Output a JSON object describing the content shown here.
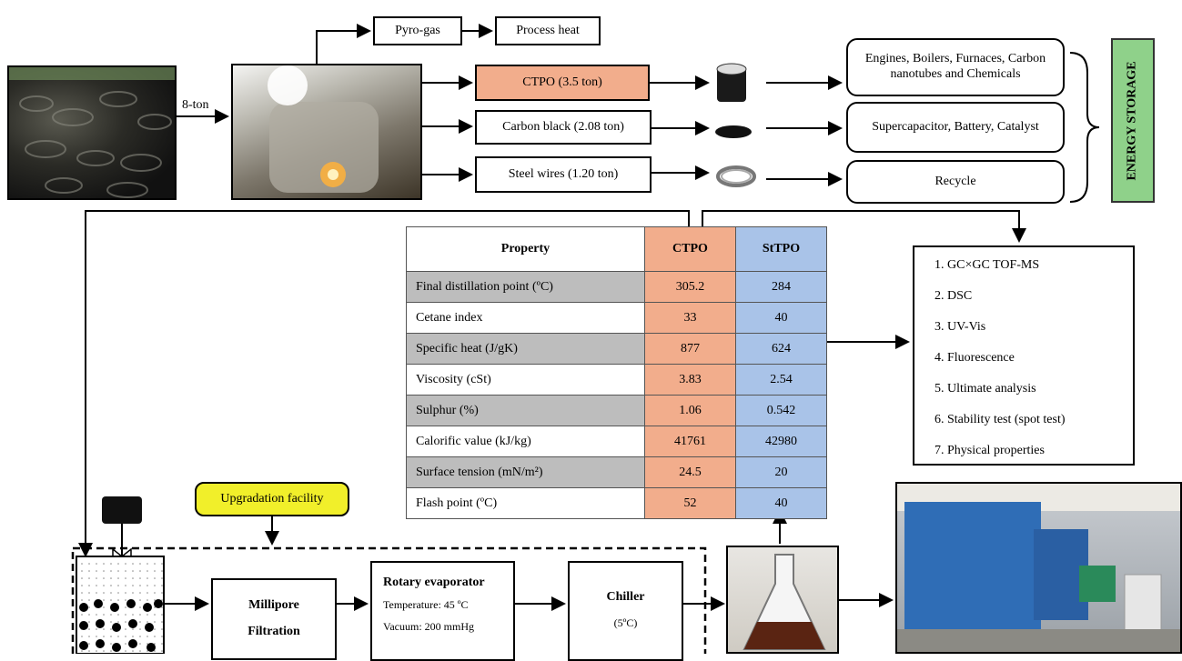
{
  "top_flow": {
    "input_label": "8-ton",
    "pyrogas": "Pyro-gas",
    "process_heat": "Process heat",
    "products": [
      {
        "label": "CTPO (3.5 ton)",
        "use": "Engines, Boilers, Furnaces, Carbon nanotubes and Chemicals"
      },
      {
        "label": "Carbon black (2.08 ton)",
        "use": "Supercapacitor, Battery, Catalyst"
      },
      {
        "label": "Steel wires (1.20 ton)",
        "use": "Recycle"
      }
    ],
    "energy_storage": "ENERGY STORAGE"
  },
  "table": {
    "headers": [
      "Property",
      "CTPO",
      "StTPO"
    ],
    "rows": [
      [
        "Final distillation point (ºC)",
        "305.2",
        "284"
      ],
      [
        "Cetane index",
        "33",
        "40"
      ],
      [
        "Specific heat (J/gK)",
        "877",
        "624"
      ],
      [
        "Viscosity (cSt)",
        "3.83",
        "2.54"
      ],
      [
        "Sulphur (%)",
        "1.06",
        "0.542"
      ],
      [
        "Calorific value (kJ/kg)",
        "41761",
        "42980"
      ],
      [
        "Surface tension (mN/m²)",
        "24.5",
        "20"
      ],
      [
        "Flash point (ºC)",
        "52",
        "40"
      ]
    ]
  },
  "analysis_list": [
    "GC×GC TOF-MS",
    "DSC",
    "UV-Vis",
    "Fluorescence",
    "Ultimate analysis",
    "Stability test (spot test)",
    "Physical properties"
  ],
  "bottom_flow": {
    "upgradation": "Upgradation facility",
    "filtration_line1": "Millipore",
    "filtration_line2": "Filtration",
    "rotary_title": "Rotary evaporator",
    "rotary_temp": "Temperature: 45 ºC",
    "rotary_vac": "Vacuum: 200 mmHg",
    "chiller_title": "Chiller",
    "chiller_temp": "(5ºC)"
  },
  "colors": {
    "ctpo": "#f2ad8c",
    "sttpo": "#a9c3e8",
    "row_shade": "#bdbdbd",
    "energy": "#8fd18a",
    "upgradation": "#f1ef2a"
  }
}
